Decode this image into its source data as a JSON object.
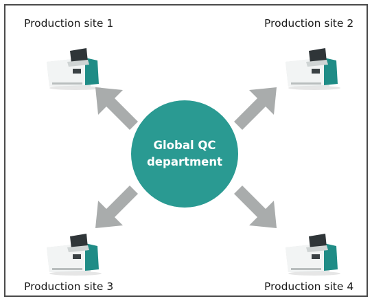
{
  "diagram": {
    "center": {
      "line1": "Global QC",
      "line2": "department"
    },
    "sites": [
      {
        "label": "Production site 1"
      },
      {
        "label": "Production site 2"
      },
      {
        "label": "Production site 3"
      },
      {
        "label": "Production site 4"
      }
    ],
    "colors": {
      "hub": "#2a9a92",
      "arrow": "#a9acac",
      "instrument_body": "#dfe2e2",
      "instrument_accent": "#1f8c86",
      "instrument_lid": "#2f3538"
    },
    "icons": {
      "instrument": "lab-instrument-icon",
      "arrow": "arrow-icon"
    }
  }
}
